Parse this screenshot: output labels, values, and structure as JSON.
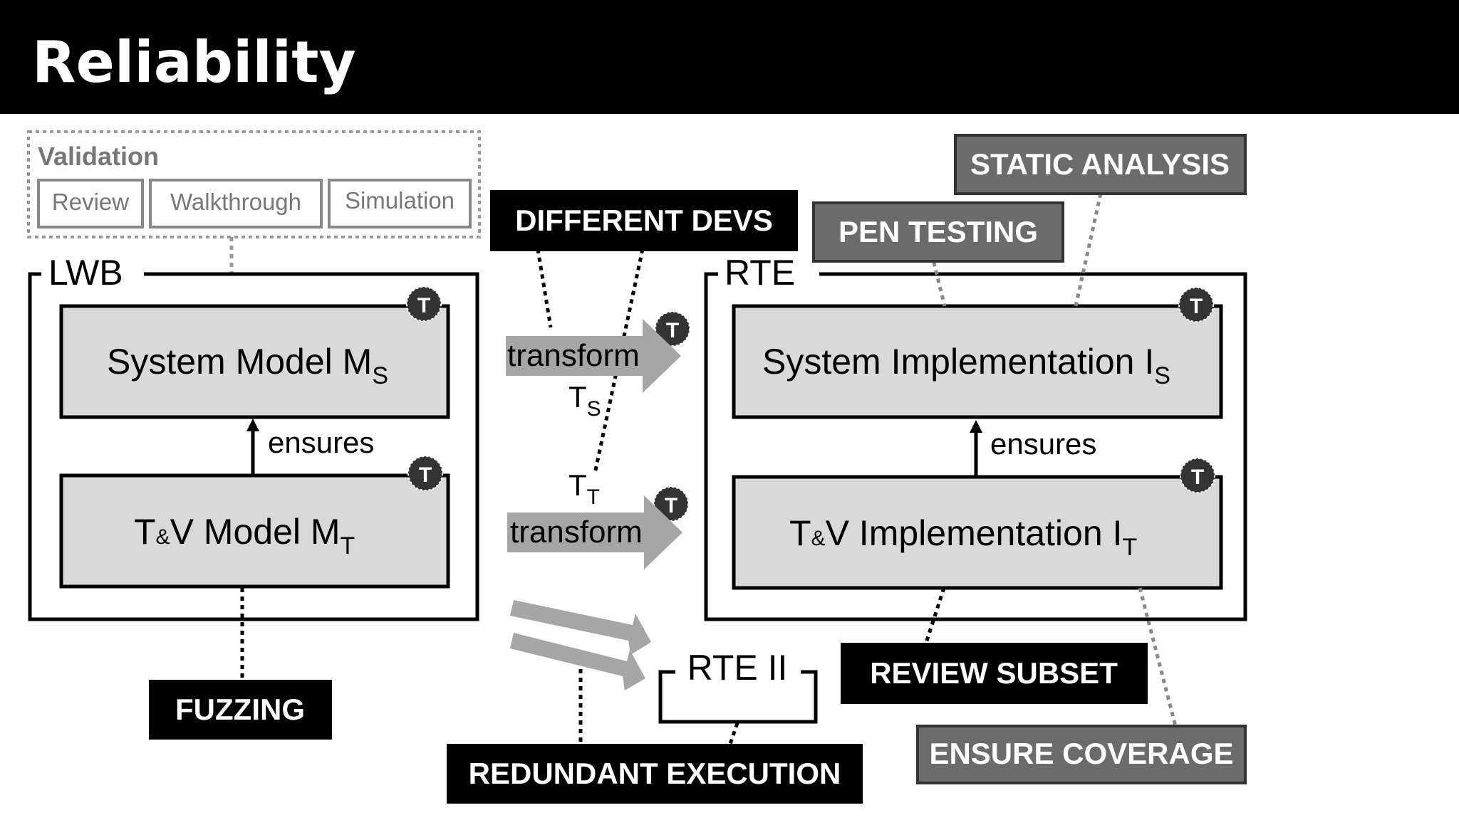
{
  "slide": {
    "title": "Reliability"
  },
  "validation": {
    "label": "Validation",
    "items": [
      "Review",
      "Walkthrough",
      "Simulation"
    ]
  },
  "lwb": {
    "label": "LWB",
    "system_model": {
      "text": "System Model M",
      "sub": "S"
    },
    "tv_model": {
      "pre": "T",
      "amp": "&",
      "text": "V Model M",
      "sub": "T"
    },
    "ensures": "ensures"
  },
  "rte": {
    "label": "RTE",
    "system_impl": {
      "text": "System Implementation I",
      "sub": "S"
    },
    "tv_impl": {
      "pre": "T",
      "amp": "&",
      "text": "V Implementation I",
      "sub": "T"
    },
    "ensures": "ensures"
  },
  "transforms": {
    "top": {
      "label": "transform",
      "name": "T",
      "sub": "S"
    },
    "bottom": {
      "label": "transform",
      "name": "T",
      "sub": "T"
    }
  },
  "rte2": {
    "label": "RTE II"
  },
  "badge": {
    "letter": "T"
  },
  "tags": {
    "different_devs": "DIFFERENT DEVS",
    "pen_testing": "PEN TESTING",
    "static_analysis": "STATIC ANALYSIS",
    "fuzzing": "FUZZING",
    "redundant_execution": "REDUNDANT EXECUTION",
    "review_subset": "REVIEW SUBSET",
    "ensure_coverage": "ENSURE COVERAGE"
  },
  "colors": {
    "title_bg": "#000000",
    "black_tag": "#000000",
    "gray_tag": "#6b6b6b",
    "model_fill": "#d9d9d9",
    "arrow": "#a6a6a6"
  }
}
